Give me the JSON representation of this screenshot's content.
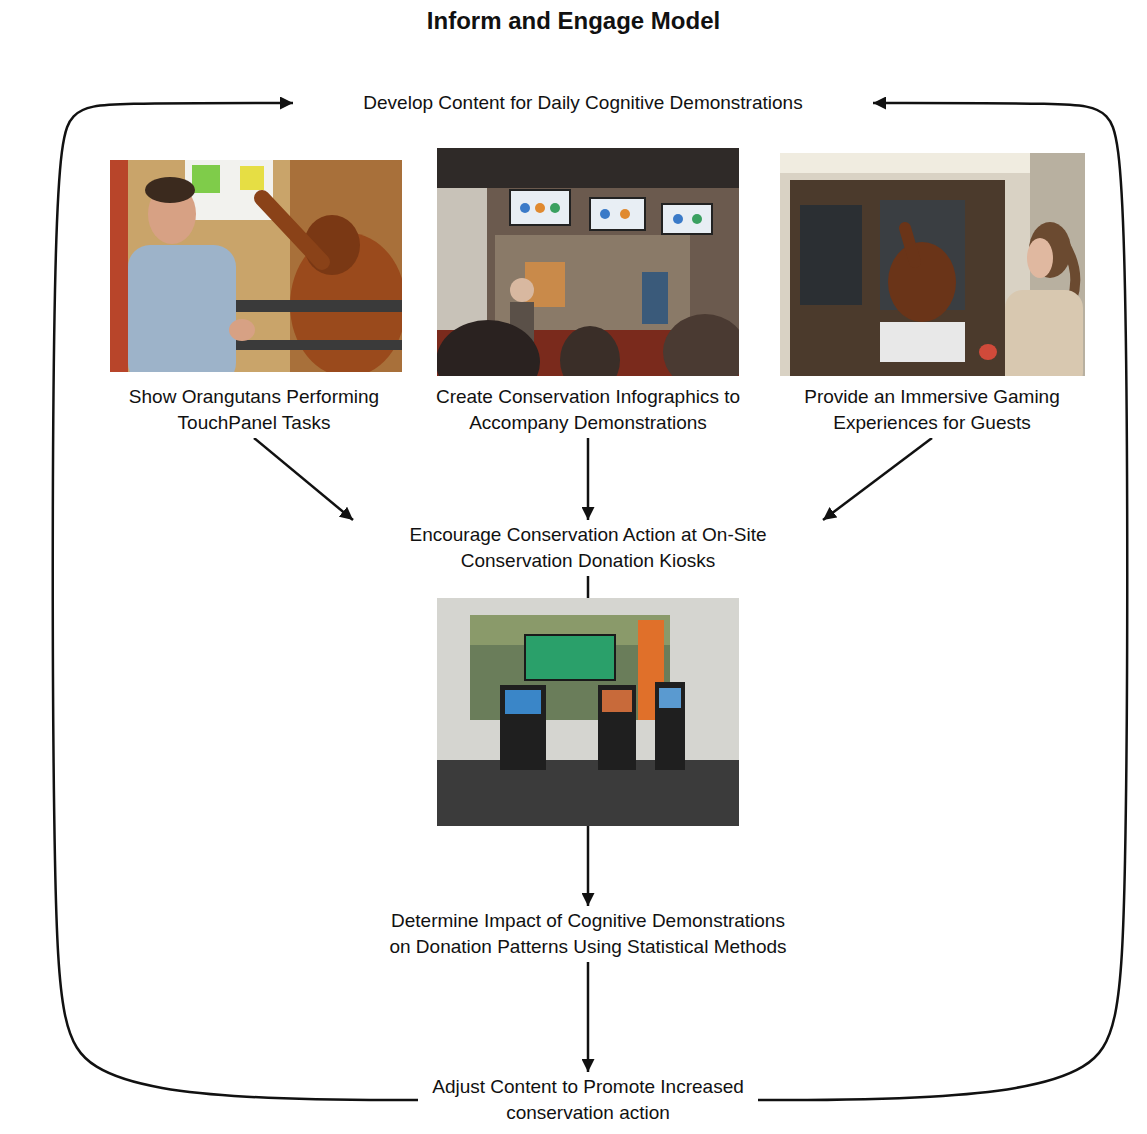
{
  "diagram": {
    "title": "Inform and Engage Model",
    "nodes": [
      {
        "text": [
          "Develop Content for Daily Cognitive Demonstrations"
        ]
      },
      {
        "text": [
          "Show Orangutans Performing TouchPanel Tasks"
        ]
      },
      {
        "text": [
          "Create Conservation Infographics to Accompany Demonstrations"
        ]
      },
      {
        "text": [
          "Provide an Immersive Gaming Experiences for Guests"
        ]
      },
      {
        "text": [
          "Encourage Conservation Action at On-Site Conservation Donation Kiosks"
        ]
      },
      {
        "text": [
          "Determine Impact of Cognitive Demonstrations on Donation Patterns Using Statistical Methods"
        ]
      },
      {
        "text": [
          "Adjust Content to Promote Increased conservation action"
        ]
      }
    ],
    "edges": [
      {
        "from": 1,
        "to": 4,
        "arrow": "to"
      },
      {
        "from": 2,
        "to": 4,
        "arrow": "to"
      },
      {
        "from": 3,
        "to": 4,
        "arrow": "to"
      },
      {
        "from": 4,
        "to": 5,
        "arrow": "to"
      },
      {
        "from": 5,
        "to": 6,
        "arrow": "to"
      },
      {
        "from": 6,
        "to": 0,
        "arrow": "to"
      },
      {
        "from": 6,
        "to": 0,
        "arrow": "to"
      }
    ]
  }
}
